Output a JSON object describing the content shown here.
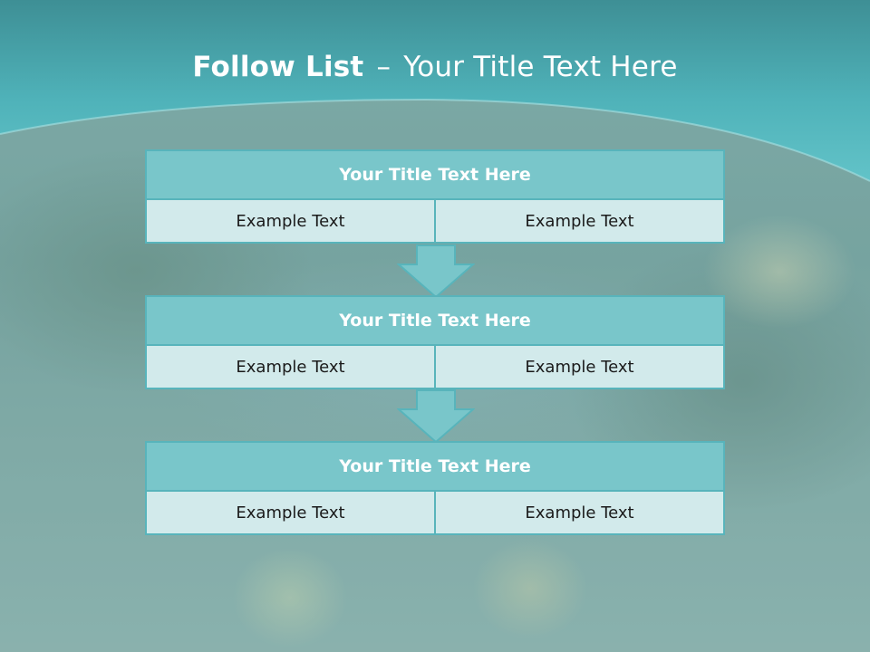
{
  "slide": {
    "title_bold": "Follow List",
    "title_separator": "–",
    "title_rest": "Your Title Text Here"
  },
  "blocks": [
    {
      "title": "Your Title Text Here",
      "cells": [
        "Example Text",
        "Example Text"
      ]
    },
    {
      "title": "Your Title Text Here",
      "cells": [
        "Example Text",
        "Example Text"
      ]
    },
    {
      "title": "Your Title Text Here",
      "cells": [
        "Example Text",
        "Example Text"
      ]
    }
  ],
  "colors": {
    "header_teal": "#4fb6bd",
    "block_title_fill": "#79c6ca",
    "block_border": "#58b4bb",
    "cell_fill": "#d2eaeb",
    "arrow_fill": "#79c6ca"
  }
}
